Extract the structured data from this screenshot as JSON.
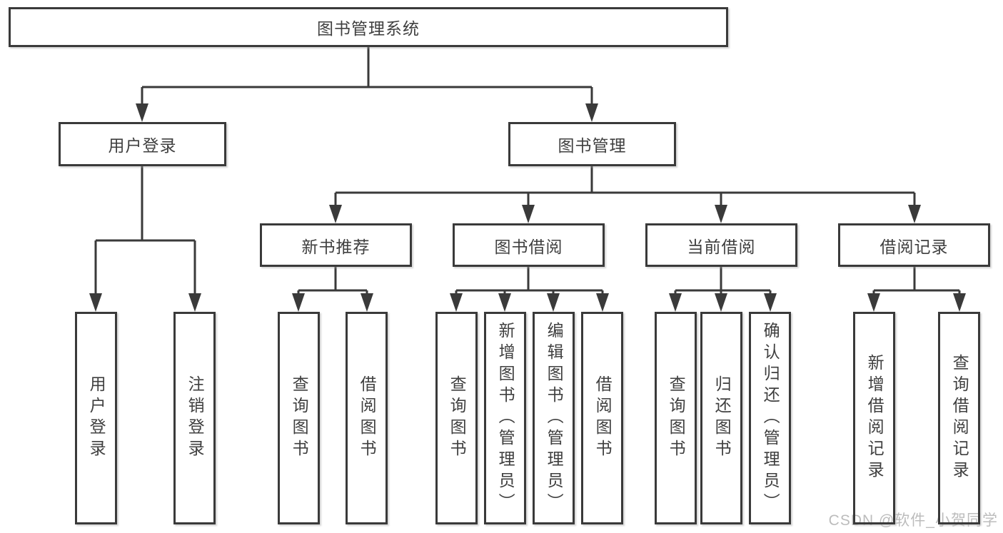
{
  "tree": {
    "root": {
      "label": "图书管理系统"
    },
    "level2": [
      {
        "label": "用户登录",
        "children": [
          {
            "label": "用户登录"
          },
          {
            "label": "注销登录"
          }
        ]
      },
      {
        "label": "图书管理",
        "children": [
          {
            "label": "新书推荐",
            "children": [
              {
                "label": "查询图书"
              },
              {
                "label": "借阅图书"
              }
            ]
          },
          {
            "label": "图书借阅",
            "children": [
              {
                "label": "查询图书"
              },
              {
                "label": "新增图书（管理员）"
              },
              {
                "label": "编辑图书（管理员）"
              },
              {
                "label": "借阅图书"
              }
            ]
          },
          {
            "label": "当前借阅",
            "children": [
              {
                "label": "查询图书"
              },
              {
                "label": "归还图书"
              },
              {
                "label": "确认归还（管理员）"
              }
            ]
          },
          {
            "label": "借阅记录",
            "children": [
              {
                "label": "新增借阅记录"
              },
              {
                "label": "查询借阅记录"
              }
            ]
          }
        ]
      }
    ]
  },
  "watermark": {
    "text": "CSDN @软件_小贺同学"
  },
  "colors": {
    "line": "#3a3a3a",
    "text": "#3f3f3f",
    "background": "#ffffff",
    "watermark": "#bcbcbc"
  }
}
